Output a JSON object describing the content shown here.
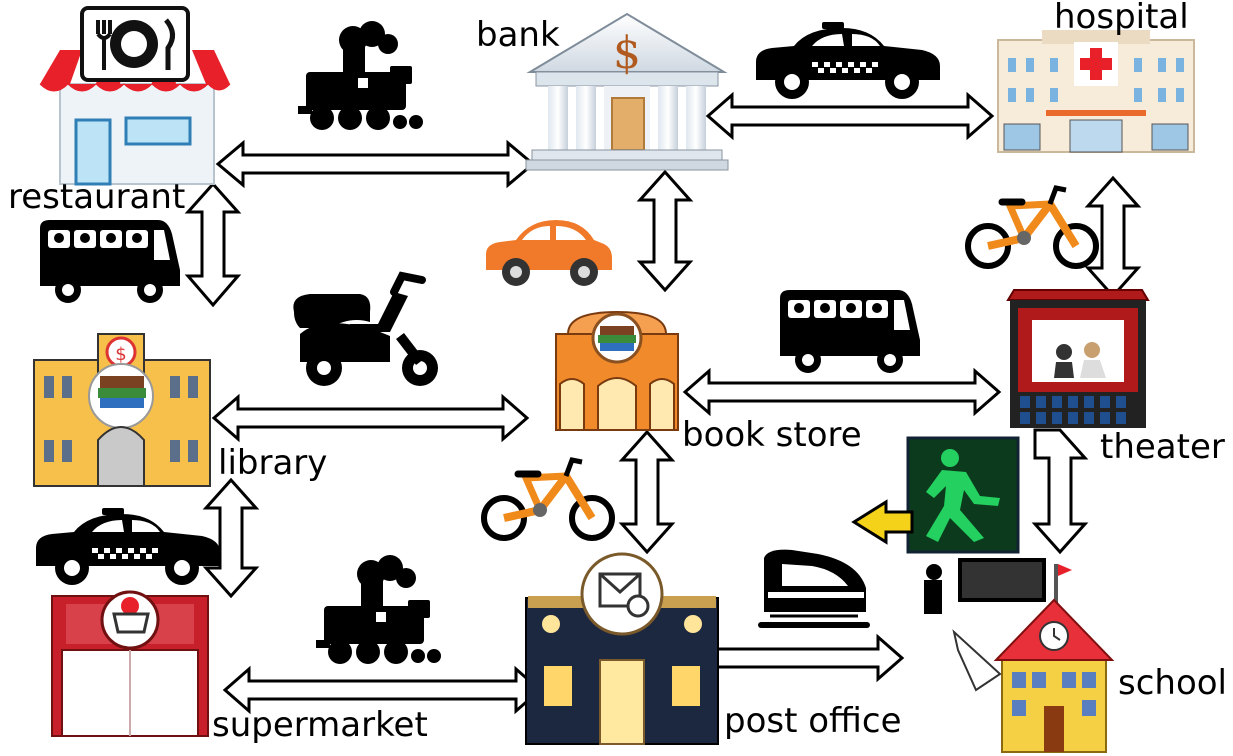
{
  "places": {
    "restaurant": "restaurant",
    "bank": "bank",
    "hospital": "hospital",
    "library": "library",
    "book_store": "book store",
    "theater": "theater",
    "supermarket": "supermarket",
    "post_office": "post office",
    "school": "school"
  },
  "signs": {
    "bank_symbol": "$"
  },
  "connections": [
    {
      "from": "restaurant",
      "to": "bank",
      "transport": "train-icon"
    },
    {
      "from": "bank",
      "to": "hospital",
      "transport": "taxi-icon"
    },
    {
      "from": "restaurant",
      "to": "library",
      "transport": "bus-icon"
    },
    {
      "from": "bank",
      "to": "book store",
      "transport": "car-icon"
    },
    {
      "from": "hospital",
      "to": "theater",
      "transport": "bicycle-icon"
    },
    {
      "from": "library",
      "to": "book store",
      "transport": "scooter-icon"
    },
    {
      "from": "book store",
      "to": "theater",
      "transport": "bus-icon"
    },
    {
      "from": "library",
      "to": "supermarket",
      "transport": "taxi-icon"
    },
    {
      "from": "book store",
      "to": "post office",
      "transport": "bicycle-icon"
    },
    {
      "from": "theater",
      "to": "school",
      "transport": "walk-signal-icon"
    },
    {
      "from": "supermarket",
      "to": "post office",
      "transport": "train-icon"
    },
    {
      "from": "post office",
      "to": "school",
      "transport": "metro-train-icon"
    }
  ],
  "colors": {
    "arrow_stroke": "#000000",
    "arrow_fill": "#ffffff",
    "car_orange": "#f07a2a",
    "bike_orange": "#f08a1a",
    "walk_green": "#23d060",
    "signal_arrow": "#f5d21a"
  }
}
